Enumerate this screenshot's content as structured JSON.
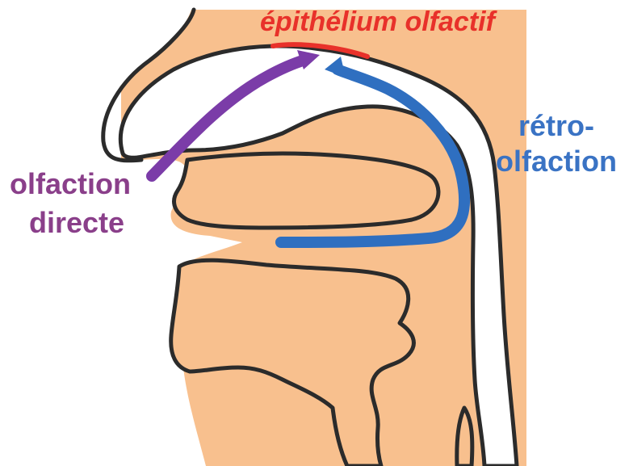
{
  "labels": {
    "epithelium": "épithélium olfactif",
    "direct_line1": "olfaction",
    "direct_line2": "directe",
    "retro_line1": "rétro-",
    "retro_line2": "olfaction"
  },
  "colors": {
    "tissue": "#f8c08e",
    "outline": "#2b2b2b",
    "paper": "#ffffff",
    "epithelium": "#e8312a",
    "direct": "#8a3f8a",
    "direct_arrow": "#7b3ca8",
    "retro": "#3a73c4",
    "retro_arrow": "#2f6fc0"
  }
}
